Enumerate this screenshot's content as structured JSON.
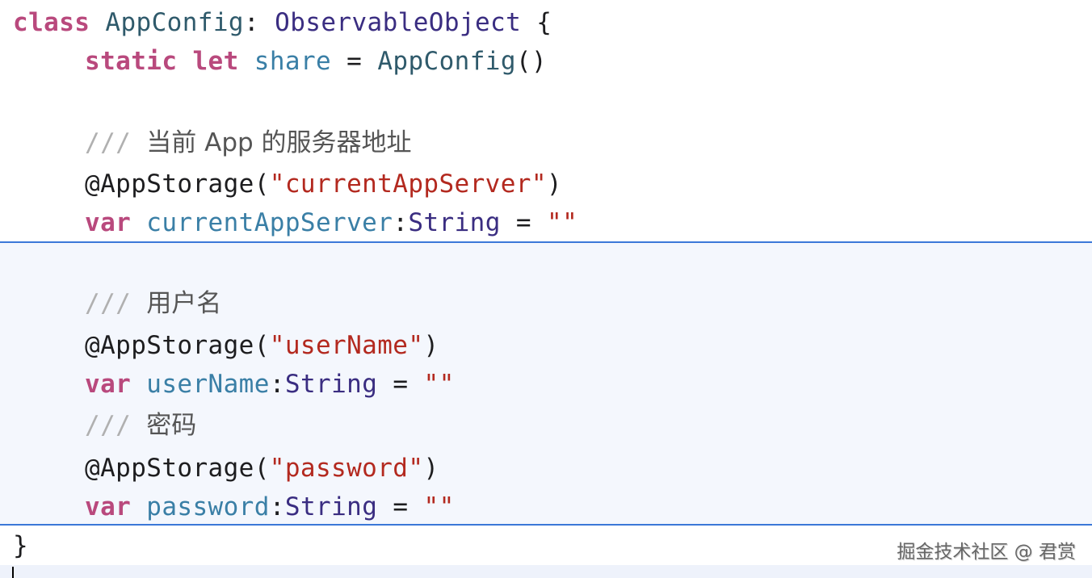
{
  "code": {
    "line1": {
      "kw": "class",
      "name": "AppConfig",
      "colon": ":",
      "proto": "ObservableObject",
      "brace": "{"
    },
    "line2": {
      "kw1": "static",
      "kw2": "let",
      "name": "share",
      "eq": "=",
      "call": "AppConfig",
      "paren": "()"
    },
    "comment1": {
      "slashes": "///",
      "text": "当前 App 的服务器地址"
    },
    "attr1": {
      "attr": "@AppStorage(",
      "str": "\"currentAppServer\"",
      "close": ")"
    },
    "var1": {
      "kw": "var",
      "name": "currentAppServer",
      "colon": ":",
      "type": "String",
      "eq": "=",
      "val": "\"\""
    },
    "comment2": {
      "slashes": "///",
      "text": "用户名"
    },
    "attr2": {
      "attr": "@AppStorage(",
      "str": "\"userName\"",
      "close": ")"
    },
    "var2": {
      "kw": "var",
      "name": "userName",
      "colon": ":",
      "type": "String",
      "eq": "=",
      "val": "\"\""
    },
    "comment3": {
      "slashes": "///",
      "text": "密码"
    },
    "attr3": {
      "attr": "@AppStorage(",
      "str": "\"password\"",
      "close": ")"
    },
    "var3": {
      "kw": "var",
      "name": "password",
      "colon": ":",
      "type": "String",
      "eq": "=",
      "val": "\"\""
    },
    "closing": "}"
  },
  "watermark": "掘金技术社区 @ 君赏",
  "colors": {
    "keyword": "#b9497d",
    "string": "#b3291f",
    "property": "#3a7fa6",
    "type": "#3a2d81",
    "highlight_border": "#3b78d8",
    "highlight_bg": "#f4f7fd"
  }
}
